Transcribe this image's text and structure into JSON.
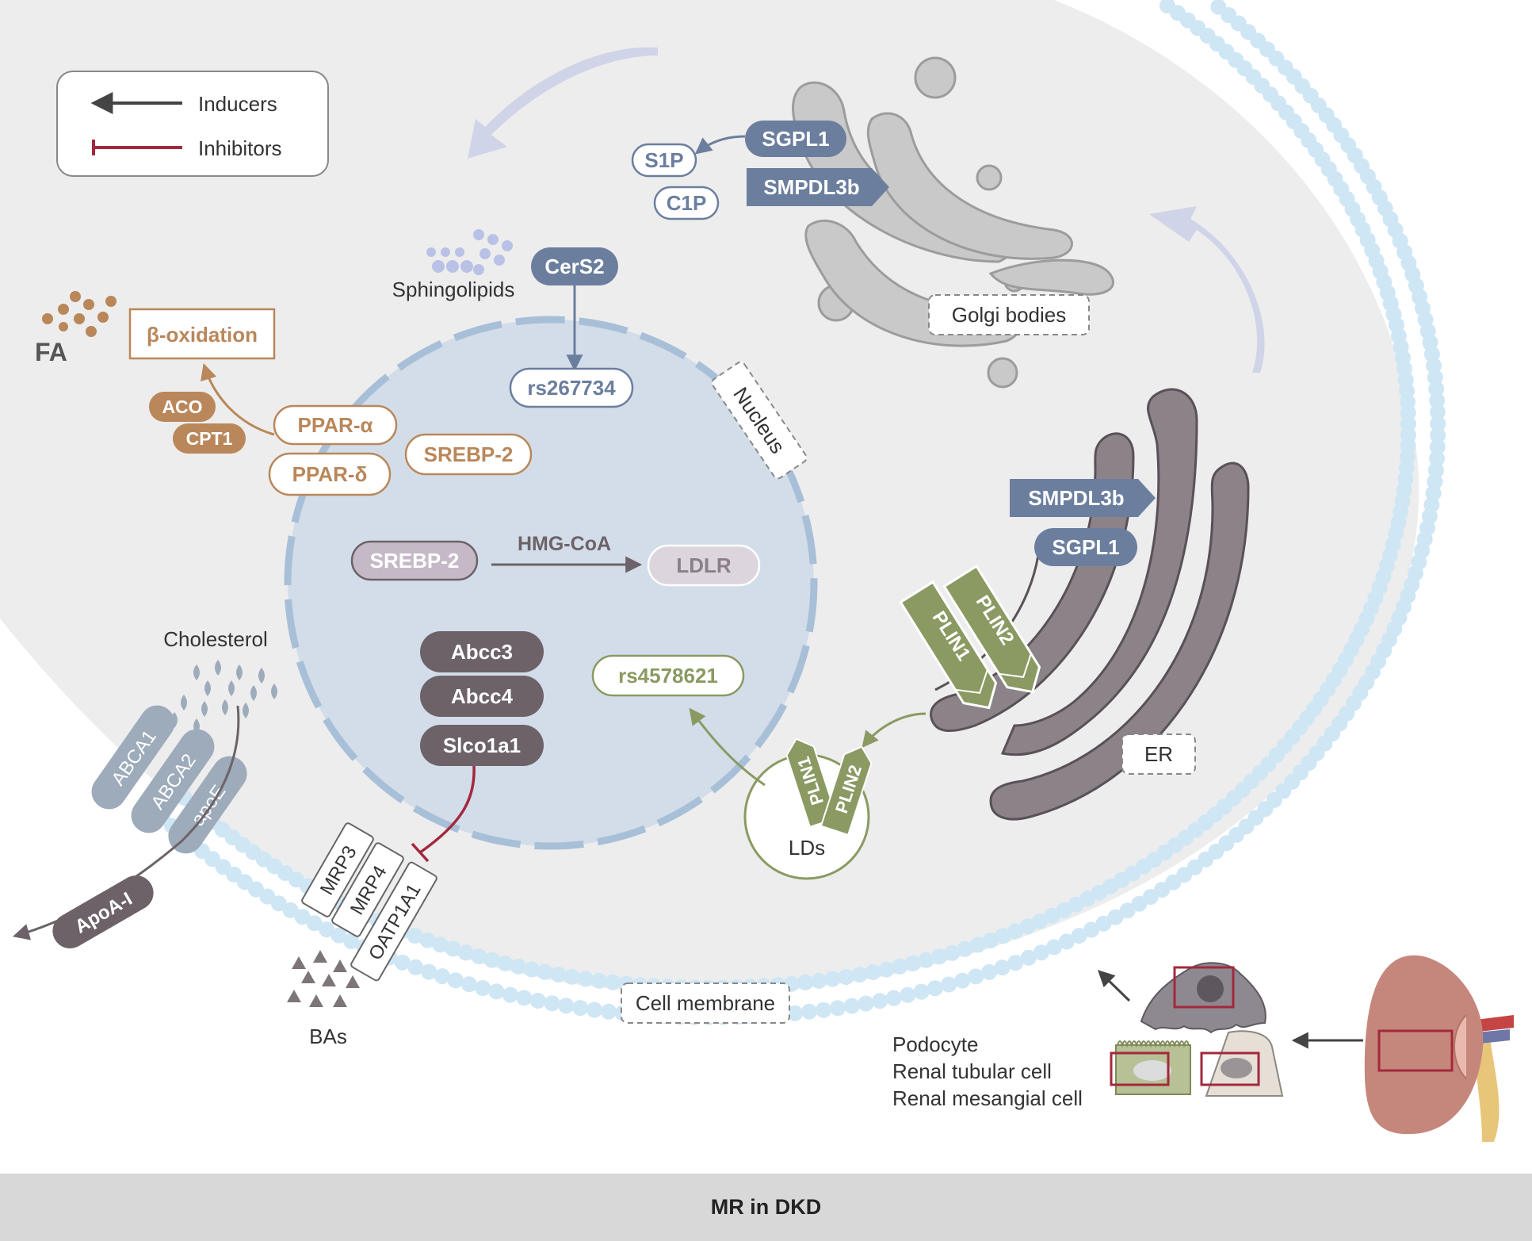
{
  "legend": {
    "inducers": "Inducers",
    "inhibitors": "Inhibitors"
  },
  "colors": {
    "orange": "#b9875a",
    "slate": "#6b7e9e",
    "gray_dark": "#6c6268",
    "olive": "#8a9a62",
    "inhibit_red": "#a3283d",
    "membrane_blue": "#cfe6f5",
    "nucleus_fill": "#d2dde9"
  },
  "compartments": {
    "golgi": "Golgi bodies",
    "nucleus": "Nucleus",
    "er": "ER",
    "cell_membrane": "Cell membrane",
    "lds": "LDs"
  },
  "metabolites": {
    "sphingolipids": "Sphingolipids",
    "fa": "FA",
    "cholesterol": "Cholesterol",
    "bas": "BAs",
    "s1p": "S1P",
    "c1p": "C1P",
    "hmg_coa": "HMG-CoA"
  },
  "proteins": {
    "sgpl1_golgi": "SGPL1",
    "smpdl3b_golgi": "SMPDL3b",
    "cers2": "CerS2",
    "rs267734": "rs267734",
    "beta_oxidation": "β-oxidation",
    "aco": "ACO",
    "cpt1": "CPT1",
    "ppar_alpha": "PPAR-α",
    "ppar_delta": "PPAR-δ",
    "srebp2_outer": "SREBP-2",
    "srebp2_inner": "SREBP-2",
    "ldlr": "LDLR",
    "smpdl3b_er": "SMPDL3b",
    "sgpl1_er": "SGPL1",
    "abcc3": "Abcc3",
    "abcc4": "Abcc4",
    "slco1a1": "Slco1a1",
    "rs4578621": "rs4578621",
    "plin1_er": "PLIN1",
    "plin2_er": "PLIN2",
    "plin1_ld": "PLIN1",
    "plin2_ld": "PLIN2",
    "abca1": "ABCA1",
    "abca2": "ABCA2",
    "apoe": "apoE",
    "apoa1": "ApoA-I",
    "mrp3": "MRP3",
    "mrp4": "MRP4",
    "oatp1a1": "OATP1A1"
  },
  "cell_types": {
    "podocyte": "Podocyte",
    "tubular": "Renal tubular cell",
    "mesangial": "Renal mesangial cell"
  },
  "footer": {
    "title": "MR in DKD"
  }
}
